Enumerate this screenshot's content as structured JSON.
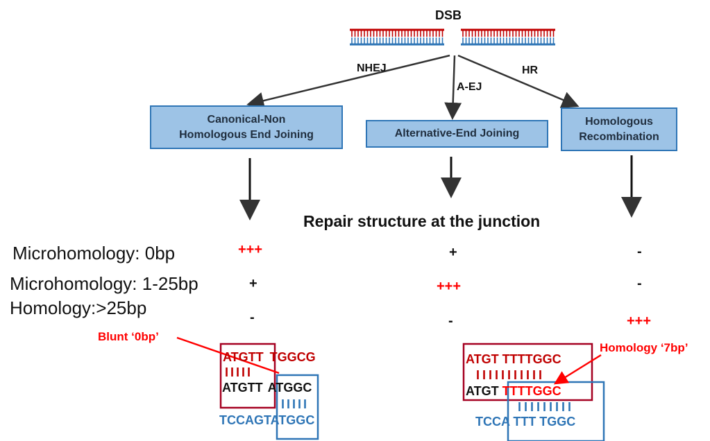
{
  "top": {
    "dsb_label": "DSB"
  },
  "pathways": {
    "nhej_label": "NHEJ",
    "aej_label": "A-EJ",
    "hr_label": "HR",
    "box_cnhej_line1": "Canonical-Non",
    "box_cnhej_line2": "Homologous End Joining",
    "box_aej": "Alternative-End Joining",
    "box_hr_line1": "Homologous",
    "box_hr_line2": "Recombination"
  },
  "table": {
    "header": "Repair structure at the junction",
    "rows": [
      {
        "label": "Microhomology: 0bp",
        "nhej": "+++",
        "aej": "+",
        "hr": "-"
      },
      {
        "label": "Microhomology: 1-25bp",
        "nhej": "+",
        "aej": "+++",
        "hr": "-"
      },
      {
        "label": "Homology:>25bp",
        "nhej": "-",
        "aej": "-",
        "hr": "+++"
      }
    ]
  },
  "examples": {
    "left": {
      "callout": "Blunt ‘0bp’",
      "top_seq_a": "ATGTT",
      "top_seq_b": "TGGCG",
      "top_ticks": "IIIII",
      "mid_seq_a": "ATGTT",
      "mid_seq_b": "ATGGC",
      "bottom_ticks": "IIIII",
      "bottom_seq": "TCCAGTATGGC"
    },
    "right": {
      "callout": "Homology ‘7bp’",
      "top_seq": "ATGT TTTTGGC",
      "top_ticks": "IIIIIIIIIII",
      "mid_seq_a": "ATGT",
      "mid_seq_b": "TTTTGGC",
      "bottom_ticks": "IIIIIIIII",
      "bottom_seq": "TCCA TTT TGGC"
    }
  },
  "colors": {
    "box_fill": "#9dc3e6",
    "box_border": "#2e75b6",
    "dark_red": "#c00000",
    "bright_red": "#ff0000",
    "blue": "#2e75b6"
  }
}
